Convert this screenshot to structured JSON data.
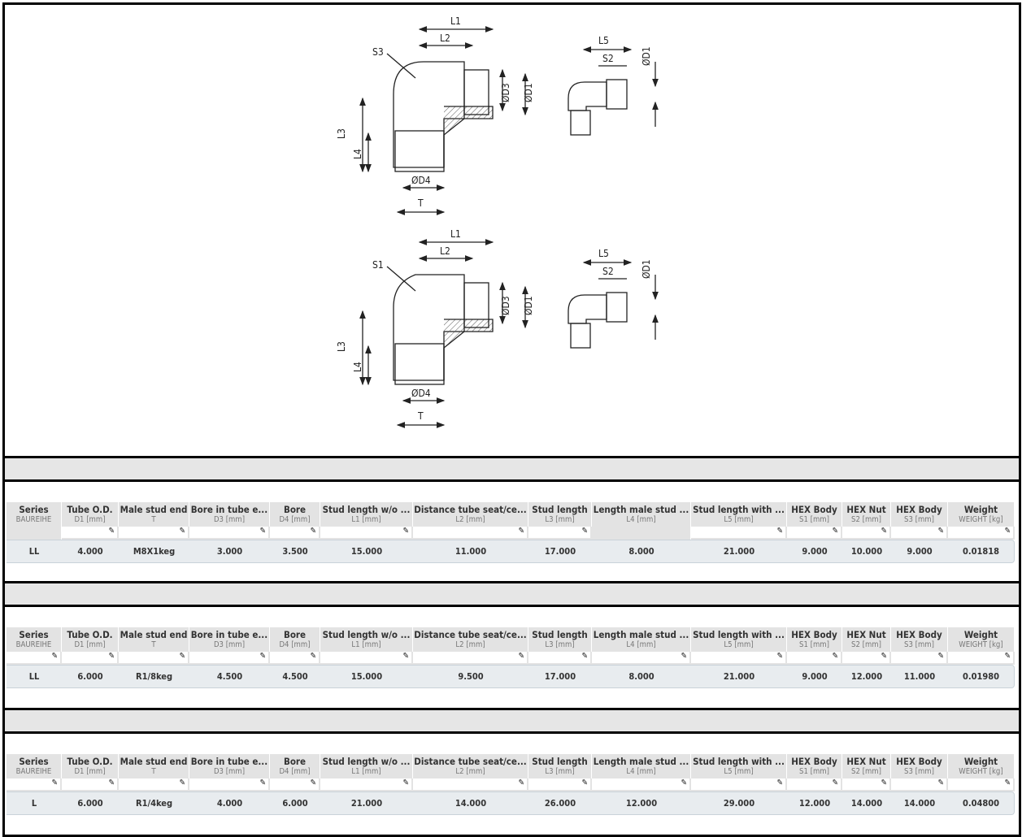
{
  "drawing": {
    "top": {
      "L1": "L1",
      "L2": "L2",
      "S": "S3",
      "D3": "ØD3",
      "D1": "ØD1",
      "L3": "L3",
      "L4": "L4",
      "D4": "ØD4",
      "T": "T",
      "L5": "L5",
      "S2": "S2",
      "D1b": "ØD1"
    },
    "bottom": {
      "L1": "L1",
      "L2": "L2",
      "S": "S1",
      "D3": "ØD3",
      "D1": "ØD1",
      "L3": "L3",
      "L4": "L4",
      "D4": "ØD4",
      "T": "T",
      "L5": "L5",
      "S2": "S2",
      "D1b": "ØD1"
    }
  },
  "columns": [
    {
      "label": "Series",
      "sub": "BAUREIHE"
    },
    {
      "label": "Tube O.D.",
      "sub": "D1 [mm]"
    },
    {
      "label": "Male stud end",
      "sub": "T"
    },
    {
      "label": "Bore in tube e...",
      "sub": "D3 [mm]"
    },
    {
      "label": "Bore",
      "sub": "D4 [mm]"
    },
    {
      "label": "Stud length w/o ...",
      "sub": "L1 [mm]"
    },
    {
      "label": "Distance tube seat/ce...",
      "sub": "L2 [mm]"
    },
    {
      "label": "Stud length",
      "sub": "L3 [mm]"
    },
    {
      "label": "Length male stud ...",
      "sub": "L4 [mm]"
    },
    {
      "label": "Stud length with ...",
      "sub": "L5 [mm]"
    },
    {
      "label": "HEX Body",
      "sub": "S1 [mm]"
    },
    {
      "label": "HEX Nut",
      "sub": "S2 [mm]"
    },
    {
      "label": "HEX Body",
      "sub": "S3 [mm]"
    },
    {
      "label": "Weight",
      "sub": "WEIGHT [kg]"
    }
  ],
  "filter_icon": "pencil-icon",
  "filter_glyph": "✎",
  "tables": [
    {
      "no_filter": [
        0,
        8
      ],
      "row": [
        "LL",
        "4.000",
        "M8X1keg",
        "3.000",
        "3.500",
        "15.000",
        "11.000",
        "17.000",
        "8.000",
        "21.000",
        "9.000",
        "10.000",
        "9.000",
        "0.01818"
      ]
    },
    {
      "no_filter": [],
      "row": [
        "LL",
        "6.000",
        "R1/8keg",
        "4.500",
        "4.500",
        "15.000",
        "9.500",
        "17.000",
        "8.000",
        "21.000",
        "9.000",
        "12.000",
        "11.000",
        "0.01980"
      ]
    },
    {
      "no_filter": [],
      "row": [
        "L",
        "6.000",
        "R1/4keg",
        "4.000",
        "6.000",
        "21.000",
        "14.000",
        "26.000",
        "12.000",
        "29.000",
        "12.000",
        "14.000",
        "14.000",
        "0.04800"
      ]
    }
  ]
}
